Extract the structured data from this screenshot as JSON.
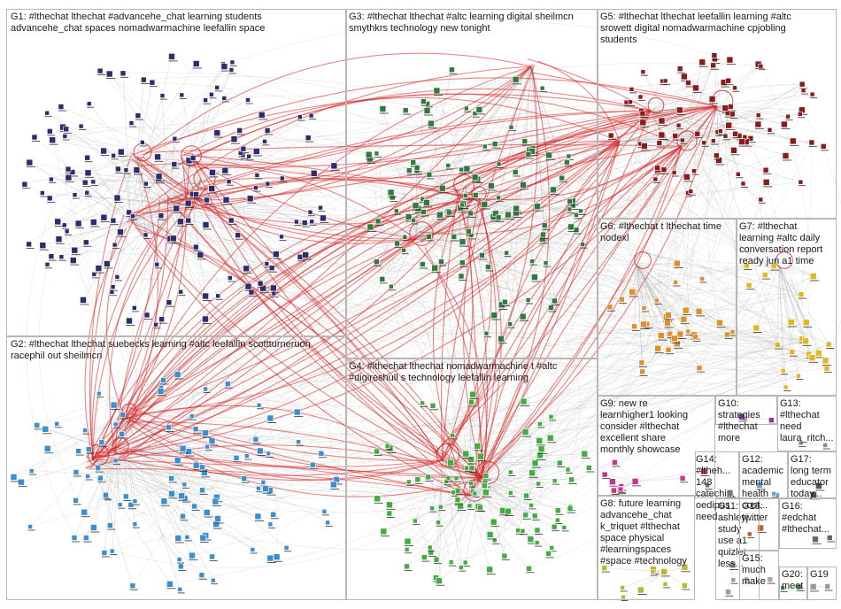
{
  "groups": [
    {
      "id": "G1",
      "label": "G1: #lthechat lthechat #advancehe_chat learning students\nadvancehe_chat spaces nomadwarmachine leefallin space",
      "color": "#2c2c6e"
    },
    {
      "id": "G2",
      "label": "G2: #lthechat lthechat suebecks learning #altc leefallin scottturneruon\nracephil out sheilmcn",
      "color": "#3a8fd0"
    },
    {
      "id": "G3",
      "label": "G3: #lthechat lthechat #altc learning digital sheilmcn\nsmythkrs technology new tonight",
      "color": "#2f7a3e"
    },
    {
      "id": "G4",
      "label": "G4: #lthechat lthechat nomadwarmachine t #altc\n#digireshull s technology leefallin learning",
      "color": "#3fae3f"
    },
    {
      "id": "G5",
      "label": "G5: #lthechat lthechat leefallin learning #altc\nsrowett digital nomadwarmachine cpjobling\nstudents",
      "color": "#8b1a1a"
    },
    {
      "id": "G6",
      "label": "G6: #lthechat t lthechat time\nnodexl",
      "color": "#e0902a"
    },
    {
      "id": "G7",
      "label": "G7: #lthechat\nlearning #altc daily\nconversation report\nready jun a1 time",
      "color": "#e3b81f"
    },
    {
      "id": "G8",
      "label": "G8: future learning\nadvancehe_chat\nk_triquet #lthechat\nspace physical\n#learningspaces\n#space #technology",
      "color": "#b9b92a"
    },
    {
      "id": "G9",
      "label": "G9: new re\nlearnhigher1 looking\nconsider #lthechat\nexcellent share\nmonthly showcase",
      "color": "#c8328c"
    },
    {
      "id": "G10",
      "label": "G10: strategies\n#lthechat more",
      "color": "#8a3aa6"
    },
    {
      "id": "G11",
      "label": "G11:\nashleyj...\nstudy\nuse a1\nquizlet\nless...",
      "color": "#9a9a9a"
    },
    {
      "id": "G12",
      "label": "G12:\nacademic\nmental\nhealth cost...",
      "color": "#6a9fd8"
    },
    {
      "id": "G13",
      "label": "G13:\n#lthechat\nneed\nlaura_ritch...",
      "color": "#888888"
    },
    {
      "id": "G14",
      "label": "G14:\n#ltheh...\n148\ncatechi...\noedipus\nneed...",
      "color": "#777777"
    },
    {
      "id": "G15",
      "label": "G15:\nmuch\nmake",
      "color": "#aaaaaa"
    },
    {
      "id": "G16",
      "label": "G16:\n#edchat\n#lthechat...",
      "color": "#666666"
    },
    {
      "id": "G17",
      "label": "G17:\nlong term\neducator\ntoday...",
      "color": "#555555"
    },
    {
      "id": "G18",
      "label": "G18:\ntwitter",
      "color": "#cc5a2a"
    },
    {
      "id": "G19",
      "label": "G19",
      "color": "#999999"
    },
    {
      "id": "G20",
      "label": "G20:\nmeet",
      "color": "#4a9a4a"
    }
  ],
  "colors": {
    "edge_inter": "#d62222",
    "edge_light": "#b0b0b0",
    "box_border": "#b7b7b7"
  }
}
